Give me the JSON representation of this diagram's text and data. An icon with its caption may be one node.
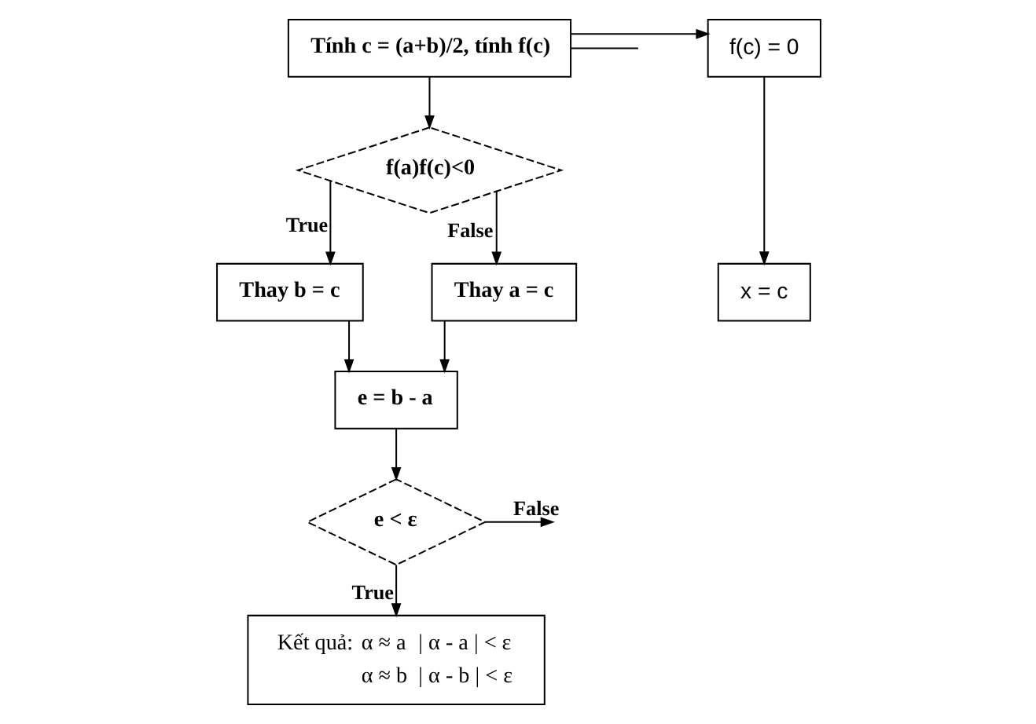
{
  "diagram": {
    "nodes": [
      {
        "text": [
          "Tính c = (a+b)/2, tính f(c)"
        ]
      },
      {
        "text": [
          "f(c) = 0"
        ]
      },
      {
        "text": [
          "f(a)f(c)<0"
        ]
      },
      {
        "text": [
          "x = c"
        ]
      },
      {
        "text": [
          "Thay b = c"
        ]
      },
      {
        "text": [
          "Thay a = c"
        ]
      },
      {
        "text": [
          "e = b - a"
        ]
      },
      {
        "text": [
          "e < ε"
        ]
      },
      {
        "text": [
          "Kết quả:",
          "α ≈ a",
          "| α - a | < ε",
          "α ≈ b",
          "| α - b | < ε"
        ]
      }
    ],
    "edges": [
      {
        "from": 0,
        "to": 1,
        "arrow": "to"
      },
      {
        "from": 0,
        "to": null,
        "arrow": "none"
      },
      {
        "from": 0,
        "to": 2,
        "arrow": "to"
      },
      {
        "from": 1,
        "to": 3,
        "arrow": "to"
      },
      {
        "from": 2,
        "to": 4,
        "arrow": "to",
        "label": "True"
      },
      {
        "from": 2,
        "to": 5,
        "arrow": "to",
        "label": "False"
      },
      {
        "from": 4,
        "to": 6,
        "arrow": "to"
      },
      {
        "from": 5,
        "to": 6,
        "arrow": "to"
      },
      {
        "from": 6,
        "to": 7,
        "arrow": "to"
      },
      {
        "from": 7,
        "to": null,
        "arrow": "to",
        "label": "False"
      },
      {
        "from": 7,
        "to": 8,
        "arrow": "to",
        "label": "True"
      }
    ]
  }
}
